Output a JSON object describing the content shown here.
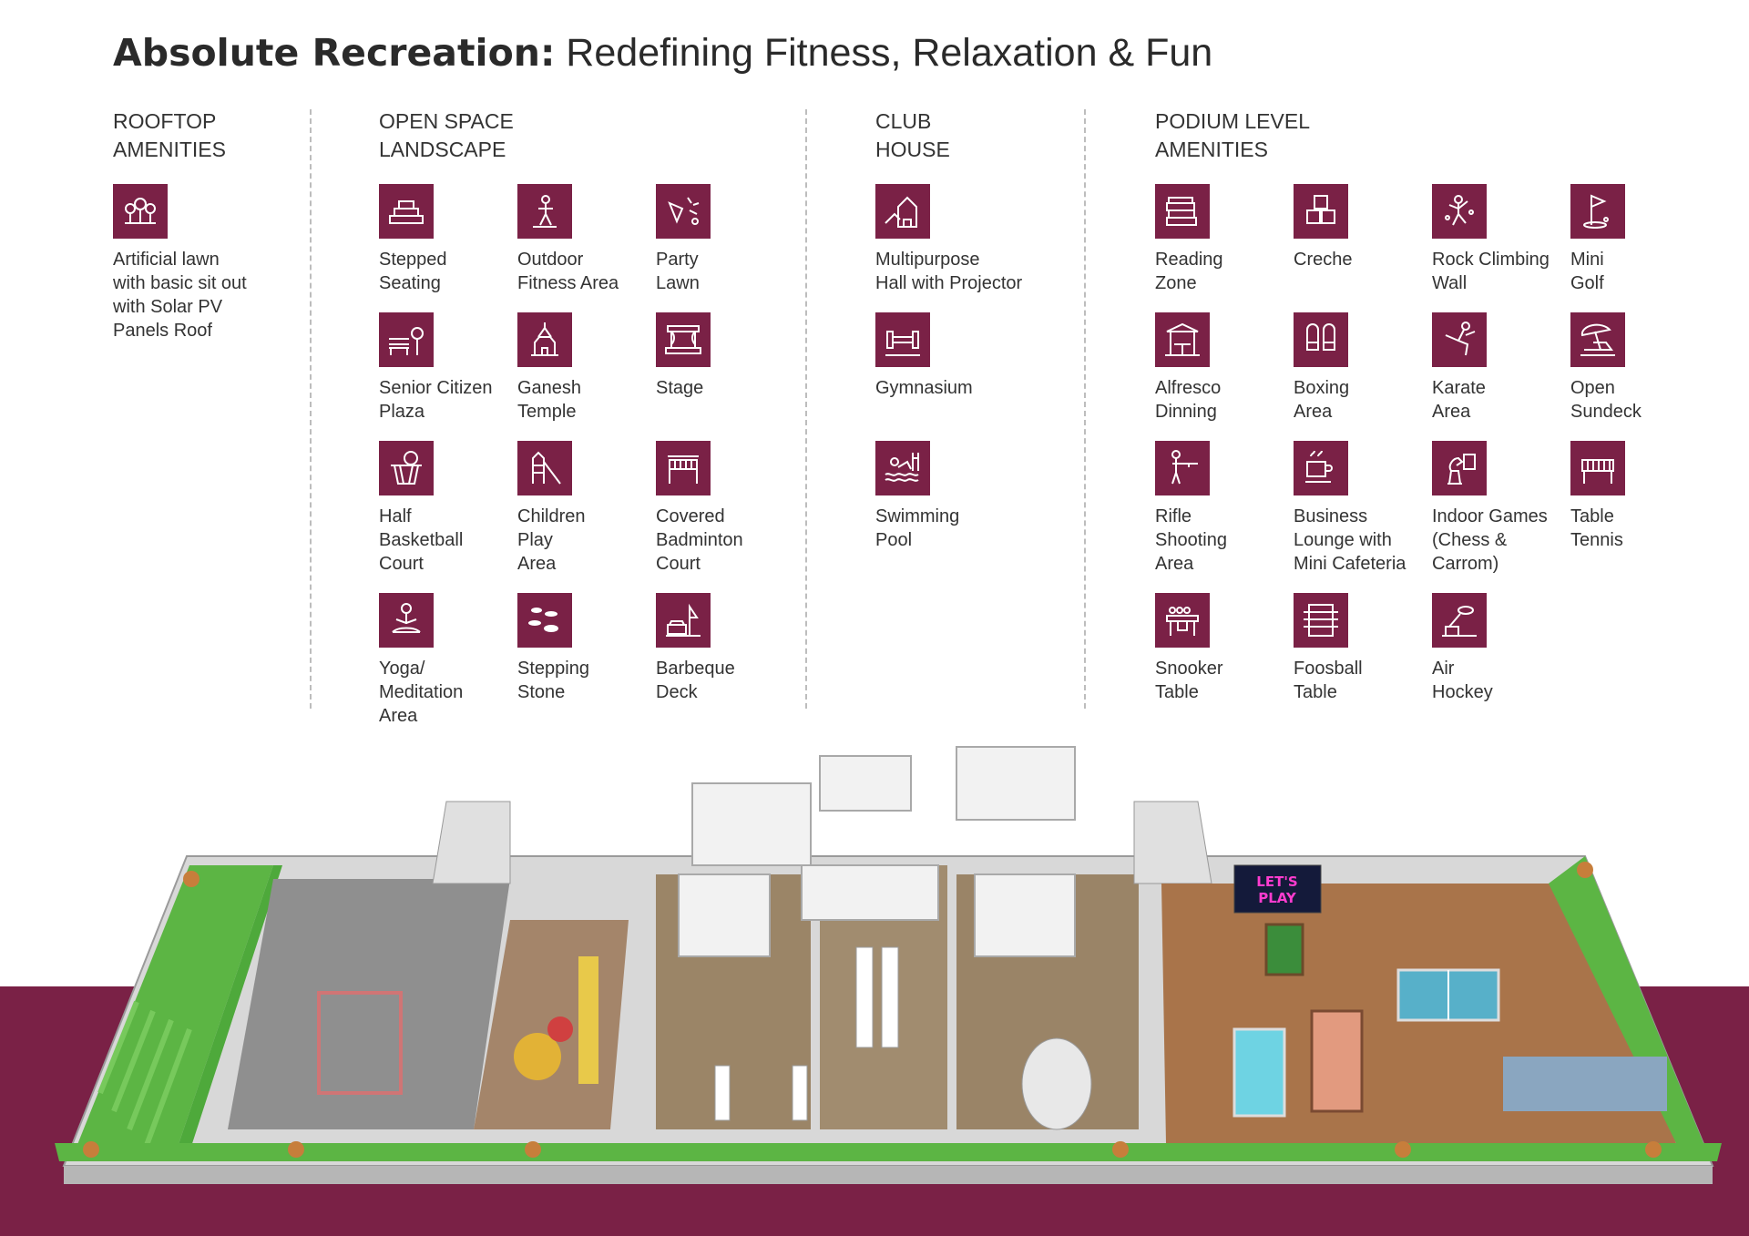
{
  "title": {
    "bold": "Absolute Recreation:",
    "rest": " Redefining Fitness, Relaxation & Fun"
  },
  "colors": {
    "brand": "#7a2146",
    "lawn": "#5cb544",
    "floor": "#a9744a"
  },
  "sections": {
    "rooftop": {
      "heading": "ROOFTOP\nAMENITIES",
      "items": [
        {
          "label": "Artificial lawn\nwith basic sit out\nwith Solar PV\nPanels Roof",
          "icon": "trees-icon"
        }
      ]
    },
    "open_space": {
      "heading": "OPEN SPACE\nLANDSCAPE",
      "items": [
        {
          "label": "Stepped\nSeating",
          "icon": "stepped-seating-icon"
        },
        {
          "label": "Outdoor\nFitness Area",
          "icon": "outdoor-fitness-icon"
        },
        {
          "label": "Party\nLawn",
          "icon": "party-icon"
        },
        {
          "label": "Senior Citizen\nPlaza",
          "icon": "bench-tree-icon"
        },
        {
          "label": "Ganesh\nTemple",
          "icon": "temple-icon"
        },
        {
          "label": "Stage",
          "icon": "stage-icon"
        },
        {
          "label": "Half\nBasketball\nCourt",
          "icon": "basketball-icon"
        },
        {
          "label": "Children\nPlay\nArea",
          "icon": "slide-icon"
        },
        {
          "label": "Covered\nBadminton\nCourt",
          "icon": "net-icon"
        },
        {
          "label": "Yoga/\nMeditation\nArea",
          "icon": "yoga-icon"
        },
        {
          "label": "Stepping\nStone",
          "icon": "stones-icon"
        },
        {
          "label": "Barbeque\nDeck",
          "icon": "barbeque-icon"
        }
      ]
    },
    "club": {
      "heading": "CLUB\nHOUSE",
      "items": [
        {
          "label": "Multipurpose\nHall with Projector",
          "icon": "hall-icon"
        },
        {
          "label": "Gymnasium",
          "icon": "dumbbell-icon"
        },
        {
          "label": "Swimming\nPool",
          "icon": "swimmer-icon"
        }
      ]
    },
    "podium": {
      "heading": "PODIUM LEVEL\nAMENITIES",
      "items": [
        {
          "label": "Reading\nZone",
          "icon": "books-icon"
        },
        {
          "label": "Creche",
          "icon": "blocks-icon"
        },
        {
          "label": "Rock Climbing\nWall",
          "icon": "climber-icon"
        },
        {
          "label": "Mini\nGolf",
          "icon": "golf-flag-icon"
        },
        {
          "label": "Alfresco\nDinning",
          "icon": "gazebo-icon"
        },
        {
          "label": "Boxing\nArea",
          "icon": "boxing-gloves-icon"
        },
        {
          "label": "Karate\nArea",
          "icon": "karate-icon"
        },
        {
          "label": "Open\nSundeck",
          "icon": "umbrella-chair-icon"
        },
        {
          "label": "Rifle\nShooting\nArea",
          "icon": "rifle-icon"
        },
        {
          "label": "Business\nLounge with\nMini Cafeteria",
          "icon": "lounge-icon"
        },
        {
          "label": "Indoor Games\n(Chess &\nCarrom)",
          "icon": "chess-icon"
        },
        {
          "label": "Table\nTennis",
          "icon": "table-tennis-icon"
        },
        {
          "label": "Snooker\nTable",
          "icon": "snooker-icon"
        },
        {
          "label": "Foosball\nTable",
          "icon": "foosball-icon"
        },
        {
          "label": "Air\nHockey",
          "icon": "air-hockey-icon"
        }
      ]
    }
  },
  "plan": {
    "sign_text": "LET'S\nPLAY"
  }
}
